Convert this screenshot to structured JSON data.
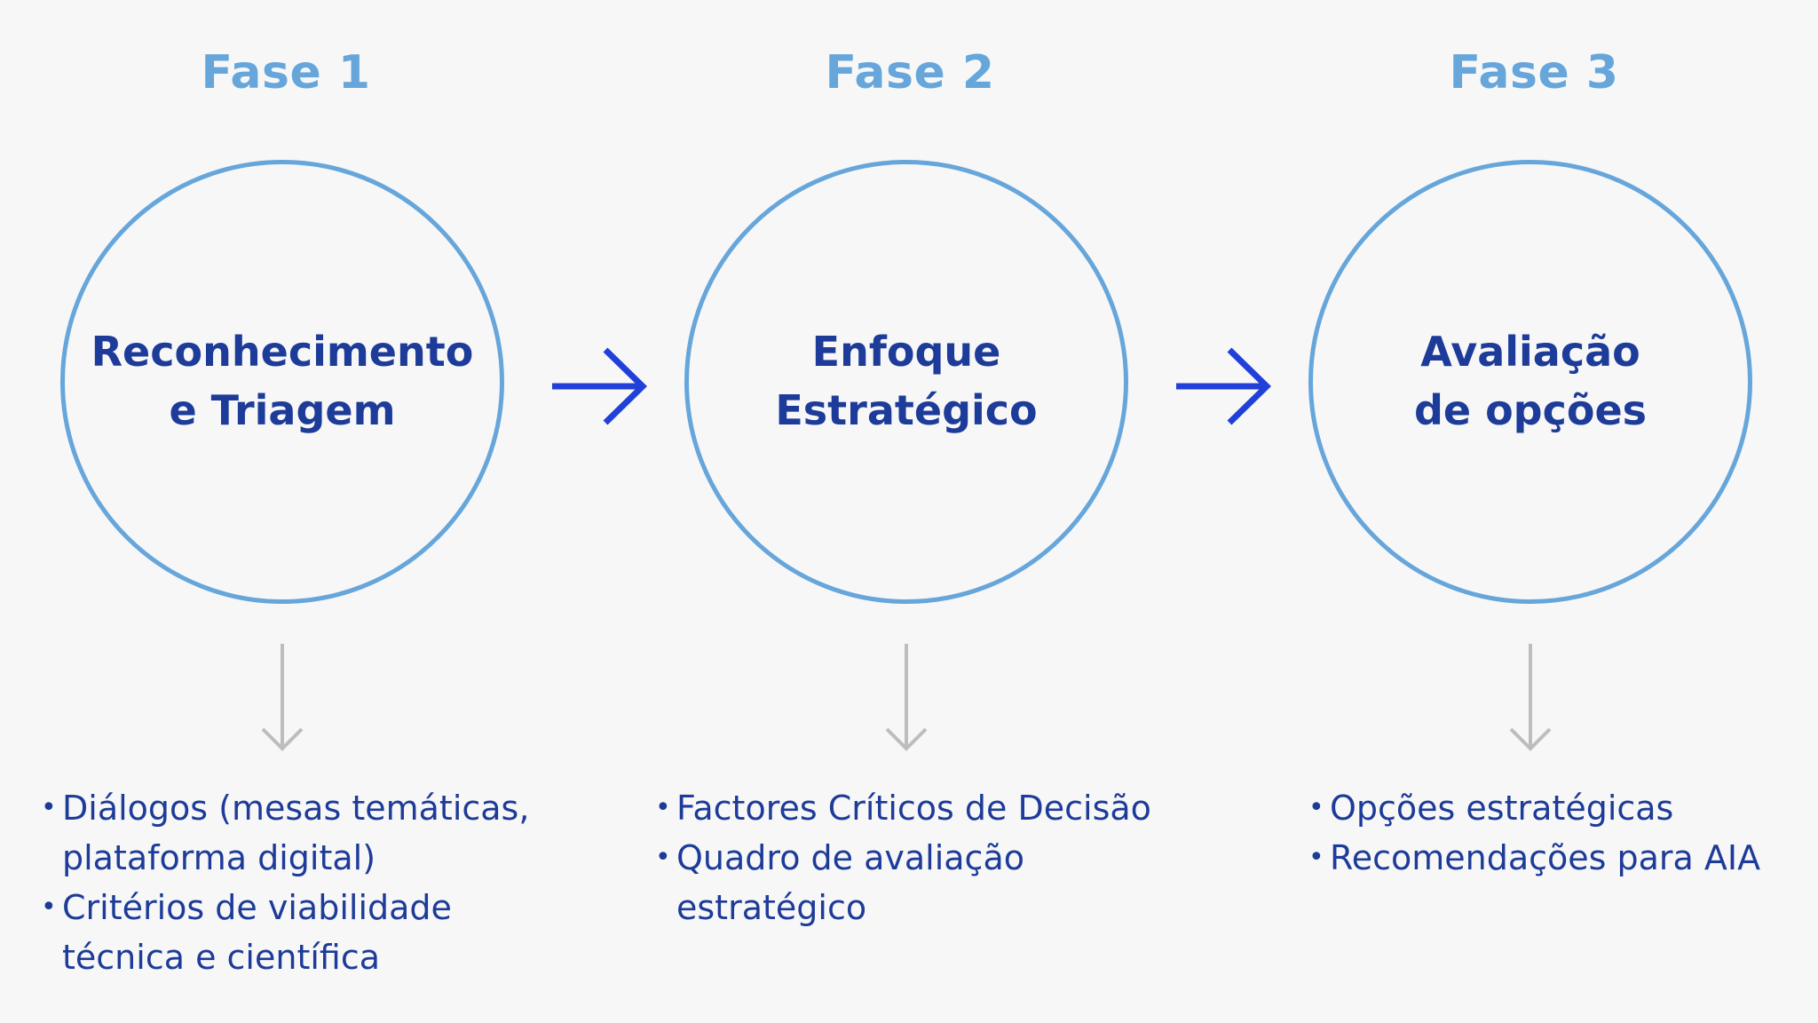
{
  "colors": {
    "phase_title": "#66a6da",
    "circle_stroke": "#66a6da",
    "circle_text": "#1d3b98",
    "flow_arrow": "#2140d8",
    "down_arrow": "#bdbdbd",
    "bullet_text": "#1d3b98",
    "background": "#f7f7f8"
  },
  "icons": {
    "flow_arrow": "arrow-right-icon",
    "output_arrow": "arrow-down-icon"
  },
  "phases": [
    {
      "title": "Fase 1",
      "circle_lines": [
        "Reconhecimento",
        "e Triagem"
      ],
      "bullets": [
        [
          "Diálogos (mesas temáticas,",
          "plataforma digital)"
        ],
        [
          "Critérios de viabilidade",
          "técnica e científica"
        ]
      ]
    },
    {
      "title": "Fase 2",
      "circle_lines": [
        "Enfoque",
        "Estratégico"
      ],
      "bullets": [
        [
          "Factores Críticos de Decisão"
        ],
        [
          "Quadro de avaliação",
          "estratégico"
        ]
      ]
    },
    {
      "title": "Fase 3",
      "circle_lines": [
        "Avaliação",
        "de opções"
      ],
      "bullets": [
        [
          "Opções estratégicas"
        ],
        [
          "Recomendações para AIA"
        ]
      ]
    }
  ]
}
